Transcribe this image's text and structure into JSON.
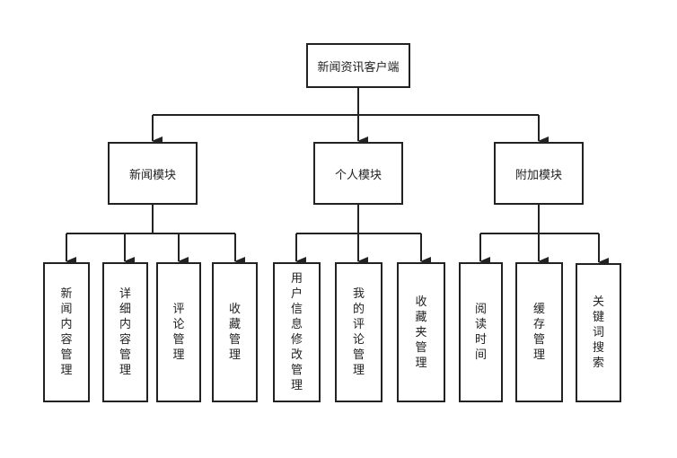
{
  "root": {
    "label": "新闻资讯客户端"
  },
  "modules": [
    {
      "label": "新闻模块",
      "children": [
        "新闻内容管理",
        "详细内容管理",
        "评论管理",
        "收藏管理"
      ]
    },
    {
      "label": "个人模块",
      "children": [
        "用户信息修改管理",
        "我的评论管理",
        "收藏夹管理"
      ]
    },
    {
      "label": "附加模块",
      "children": [
        "阅读时间",
        "缓存管理",
        "关键词搜索"
      ]
    }
  ],
  "colors": {
    "stroke": "#222222",
    "background": "#ffffff"
  }
}
